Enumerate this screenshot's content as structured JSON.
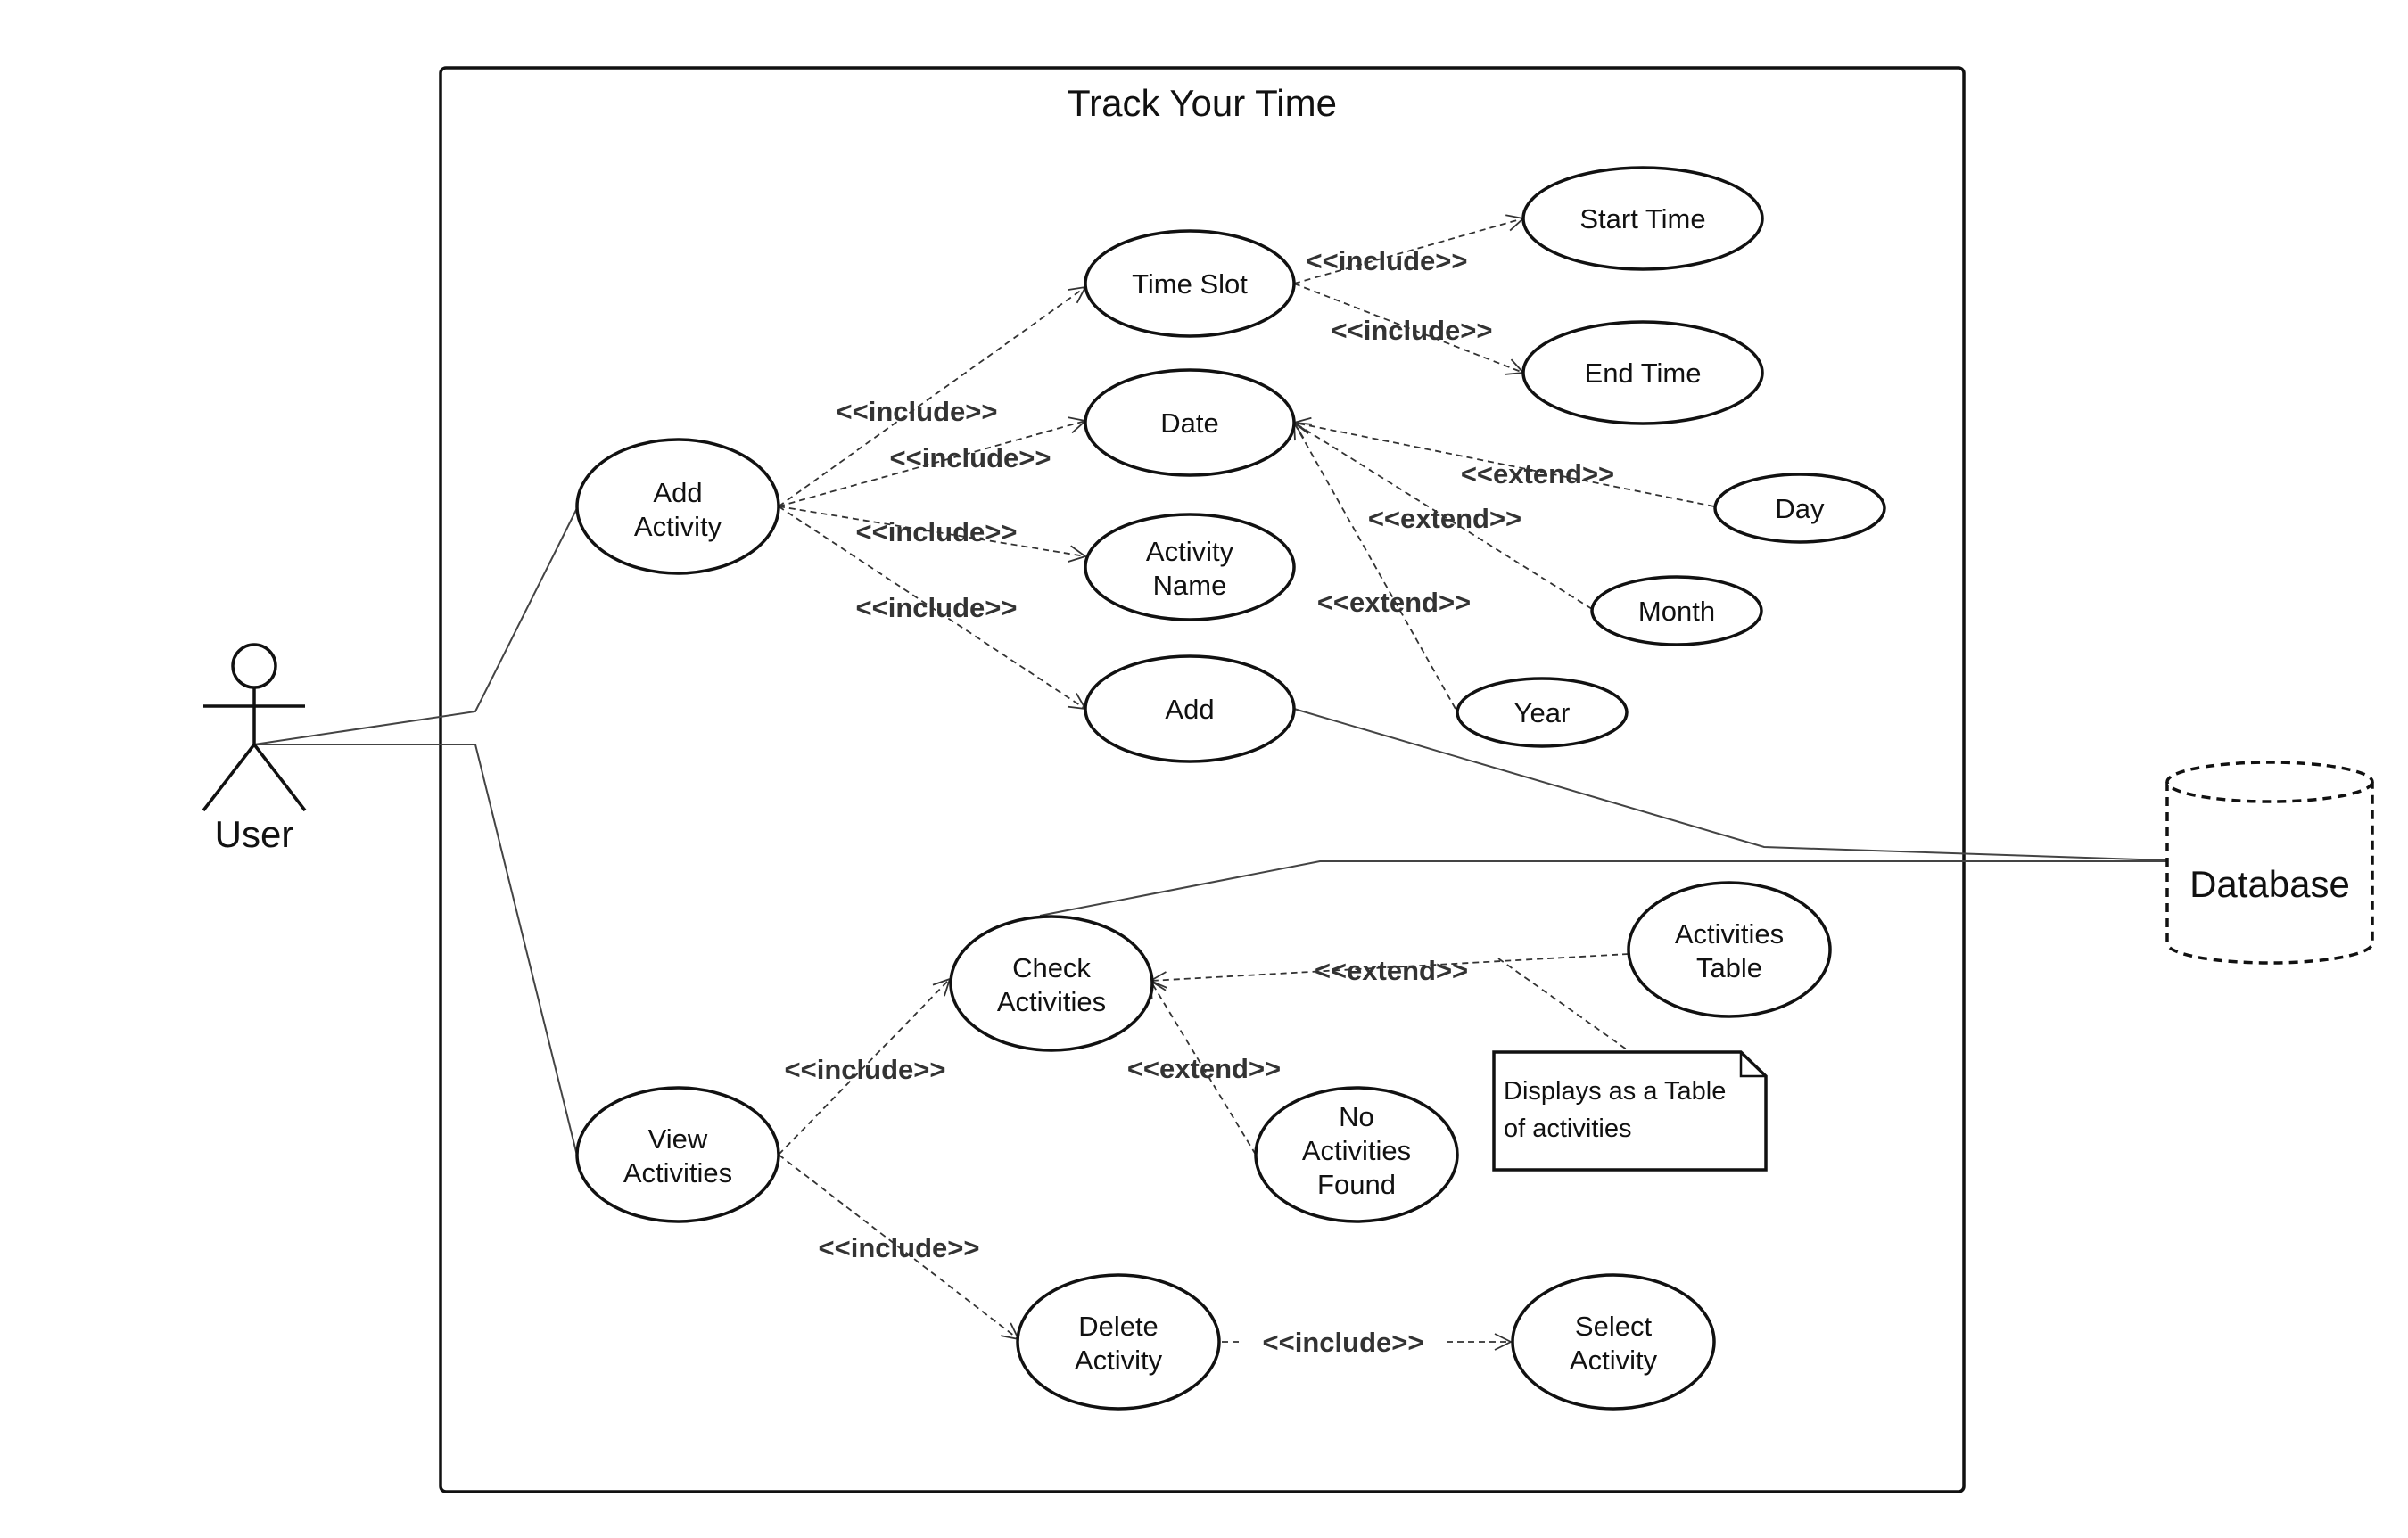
{
  "system": {
    "title": "Track Your Time"
  },
  "actors": {
    "user": "User",
    "database": "Database"
  },
  "use_cases": {
    "add_activity": [
      "Add",
      "Activity"
    ],
    "time_slot": [
      "Time Slot"
    ],
    "date": [
      "Date"
    ],
    "activity_name": [
      "Activity",
      "Name"
    ],
    "add": [
      "Add"
    ],
    "start_time": [
      "Start Time"
    ],
    "end_time": [
      "End Time"
    ],
    "day": [
      "Day"
    ],
    "month": [
      "Month"
    ],
    "year": [
      "Year"
    ],
    "view_activities": [
      "View",
      "Activities"
    ],
    "check_activities": [
      "Check",
      "Activities"
    ],
    "activities_table": [
      "Activities",
      "Table"
    ],
    "no_activities_found": [
      "No",
      "Activities",
      "Found"
    ],
    "delete_activity": [
      "Delete",
      "Activity"
    ],
    "select_activity": [
      "Select",
      "Activity"
    ]
  },
  "note": {
    "lines": [
      "Displays as a Table",
      "of activities"
    ]
  },
  "relations": {
    "include": "<<include>>",
    "extend": "<<extend>>"
  }
}
